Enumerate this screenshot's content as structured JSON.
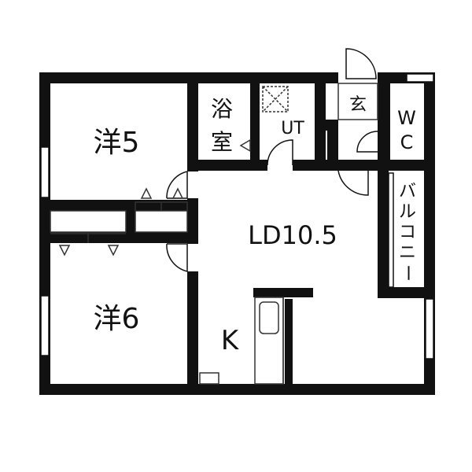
{
  "floor_plan": {
    "rooms": {
      "western_room_5": "洋5",
      "western_room_6": "洋6",
      "bathroom_line1": "浴",
      "bathroom_line2": "室",
      "utility": "UT",
      "entrance": "玄",
      "toilet_line1": "W",
      "toilet_line2": "C",
      "balcony": [
        "バ",
        "ル",
        "コ",
        "ニ",
        "ー"
      ],
      "living_dining": "LD10.5",
      "kitchen": "K"
    },
    "colors": {
      "wall": "#111111",
      "background": "#ffffff",
      "fixture_line": "#333333"
    }
  }
}
